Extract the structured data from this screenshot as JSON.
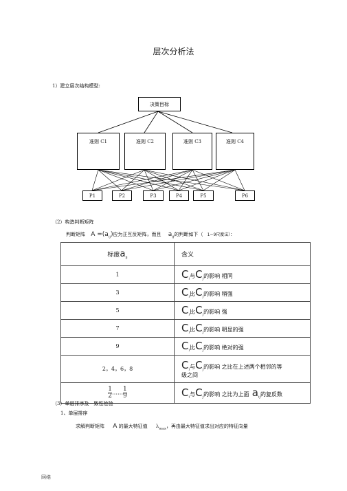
{
  "title": "层次分析法",
  "section1": "1）建立层次结构模型:",
  "diagram": {
    "goal": "决策目标",
    "criteria": [
      "准则 C1",
      "准则 C2",
      "准则 C3",
      "准则 C4"
    ],
    "alternatives": [
      "P1",
      "P2",
      "P3",
      "P4",
      "P5",
      "P6"
    ]
  },
  "section2": "（2）构造判断矩阵",
  "matrix_intro": {
    "prefix": "判断矩阵",
    "formula": "A =(a",
    "formula_sub": "ij",
    "formula_end": ")",
    "middle": "应为正互反矩阵，而且",
    "a_sym": "a",
    "a_sub": "ij",
    "suffix": "的判断如下（",
    "scale": "1~9尺度法）："
  },
  "table": {
    "header_scale": "标度",
    "header_sym": "a",
    "header_sub": "ij",
    "header_meaning": "含义",
    "rows": [
      {
        "scale": "1",
        "c1": "C",
        "s1": "i",
        "rel": "与",
        "c2": "C",
        "s2": "j",
        "meaning": "的影响 相同",
        "meaning2": ""
      },
      {
        "scale": "3",
        "c1": "C",
        "s1": "i",
        "rel": "比",
        "c2": "C",
        "s2": "j",
        "meaning": "的影响 稍强",
        "meaning2": ""
      },
      {
        "scale": "5",
        "c1": "C",
        "s1": "i",
        "rel": "比",
        "c2": "C",
        "s2": "j",
        "meaning": "的影响 强",
        "meaning2": ""
      },
      {
        "scale": "7",
        "c1": "C",
        "s1": "i",
        "rel": "比",
        "c2": "C",
        "s2": "j",
        "meaning": "的影响 明显的强",
        "meaning2": ""
      },
      {
        "scale": "9",
        "c1": "C",
        "s1": "i",
        "rel": "比",
        "c2": "C",
        "s2": "j",
        "meaning": "的影响 绝对的强",
        "meaning2": ""
      },
      {
        "scale": "2，4，6，8",
        "c1": "C",
        "s1": "i",
        "rel": "与",
        "c2": "C",
        "s2": "j",
        "meaning": "的影响 之比在上述两个相邻的等",
        "meaning2": "级之间"
      }
    ],
    "last_row": {
      "num1": "1",
      "den1": "2",
      "dots": "……",
      "num2": "1",
      "den2": "9",
      "c1": "C",
      "s1": "i",
      "rel": "与",
      "c2": "C",
      "s2": "j",
      "meaning": "的影响 之比为上面",
      "a_sym": "a",
      "a_sub": "ij",
      "meaning_end": "的复反数"
    }
  },
  "section3": "（3）单层排序及一致性检验",
  "sub1": "1、单层排序",
  "eigen_line": {
    "prefix": "求解判断矩阵",
    "A": "A",
    "mid": "的最大特征值",
    "lambda": "λ",
    "lambda_sub": "max",
    "suffix": "，再由最大特征值求出对应的特征向量"
  },
  "footer": "网络"
}
